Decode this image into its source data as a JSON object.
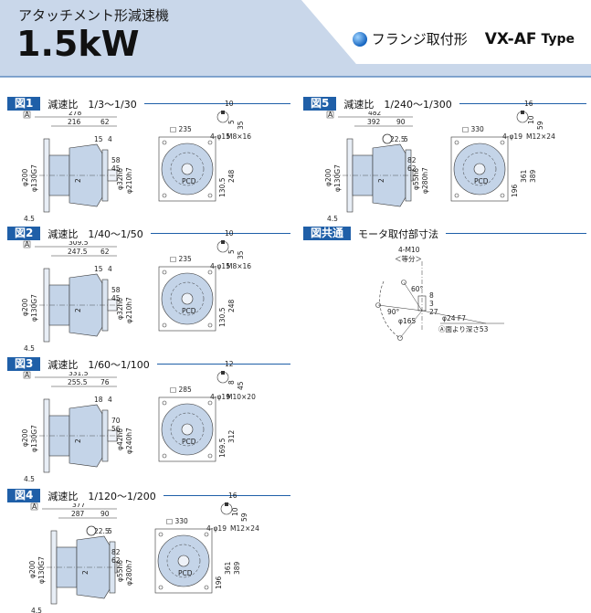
{
  "header": {
    "subtitle": "アタッチメント形減速機",
    "power": "1.5kW",
    "mounting": "フランジ取付形",
    "model": "VX-AF",
    "type_word": "Type"
  },
  "colors": {
    "accent": "#1f5fa8",
    "header_bg": "#c9d7ea",
    "body_fill": "#c4d4e8"
  },
  "figures": [
    {
      "tag": "図1",
      "ratio": "減速比　1/3～1/30",
      "dims": {
        "total": "278",
        "mid": "216",
        "right": "62",
        "a": "15",
        "b": "4",
        "c": "58",
        "d": "45",
        "e": "2",
        "shaft": "φ32h6",
        "pilot": "φ210h7",
        "od": "φ200",
        "bore": "φ130G7",
        "thk": "4.5",
        "sq": "□ 235",
        "holes": "4-φ15",
        "h1": "130.5",
        "h2": "248",
        "kw": "10",
        "kh": "5",
        "kx": "35",
        "key": "M8×16",
        "pcd": "PCD"
      }
    },
    {
      "tag": "図2",
      "ratio": "減速比　1/40～1/50",
      "dims": {
        "total": "309.5",
        "mid": "247.5",
        "right": "62",
        "a": "15",
        "b": "4",
        "c": "58",
        "d": "45",
        "e": "2",
        "shaft": "φ32h6",
        "pilot": "φ210h7",
        "od": "φ200",
        "bore": "φ130G7",
        "thk": "4.5",
        "sq": "□ 235",
        "holes": "4-φ15",
        "h1": "130.5",
        "h2": "248",
        "kw": "10",
        "kh": "5",
        "kx": "35",
        "key": "M8×16",
        "pcd": "PCD"
      }
    },
    {
      "tag": "図3",
      "ratio": "減速比　1/60～1/100",
      "dims": {
        "total": "331.5",
        "mid": "255.5",
        "right": "76",
        "a": "18",
        "b": "4",
        "c": "70",
        "d": "56",
        "e": "2",
        "shaft": "φ42h6",
        "pilot": "φ240h7",
        "od": "φ200",
        "bore": "φ130G7",
        "thk": "4.5",
        "sq": "□ 285",
        "holes": "4-φ19",
        "h1": "169.5",
        "h2": "312",
        "kw": "12",
        "kh": "8",
        "kx": "45",
        "key": "M10×20",
        "pcd": "PCD"
      }
    },
    {
      "tag": "図4",
      "ratio": "減速比　1/120～1/200",
      "dims": {
        "total": "377",
        "mid": "287",
        "right": "90",
        "a": "22.5",
        "b": "5",
        "c": "82",
        "d": "62",
        "e": "2",
        "shaft": "φ55h6",
        "pilot": "φ280h7",
        "od": "φ200",
        "bore": "φ130G7",
        "thk": "4.5",
        "sq": "□ 330",
        "holes": "4-φ19",
        "h1": "196",
        "h2": "361",
        "h3": "389",
        "kw": "16",
        "kh": "10",
        "kx": "59",
        "key": "M12×24",
        "pcd": "PCD"
      }
    },
    {
      "tag": "図5",
      "ratio": "減速比　1/240～1/300",
      "dims": {
        "total": "482",
        "mid": "392",
        "right": "90",
        "a": "22.5",
        "b": "5",
        "c": "82",
        "d": "62",
        "e": "2",
        "shaft": "φ55h6",
        "pilot": "φ280h7",
        "od": "φ200",
        "bore": "φ130G7",
        "thk": "4.5",
        "sq": "□ 330",
        "holes": "4-φ19",
        "h1": "196",
        "h2": "361",
        "h3": "389",
        "kw": "16",
        "kh": "10",
        "kx": "59",
        "key": "M12×24",
        "pcd": "PCD"
      }
    }
  ],
  "common": {
    "tag": "図共通",
    "title": "モータ取付部寸法",
    "tap": "4-M10",
    "equal": "＜等分＞",
    "ang1": "60°",
    "ang2": "90°",
    "pcd": "φ165",
    "d1": "8",
    "d2": "3",
    "d3": "27",
    "bore": "φ24 F7",
    "depth_note": "Ⓐ面より深さ53"
  }
}
